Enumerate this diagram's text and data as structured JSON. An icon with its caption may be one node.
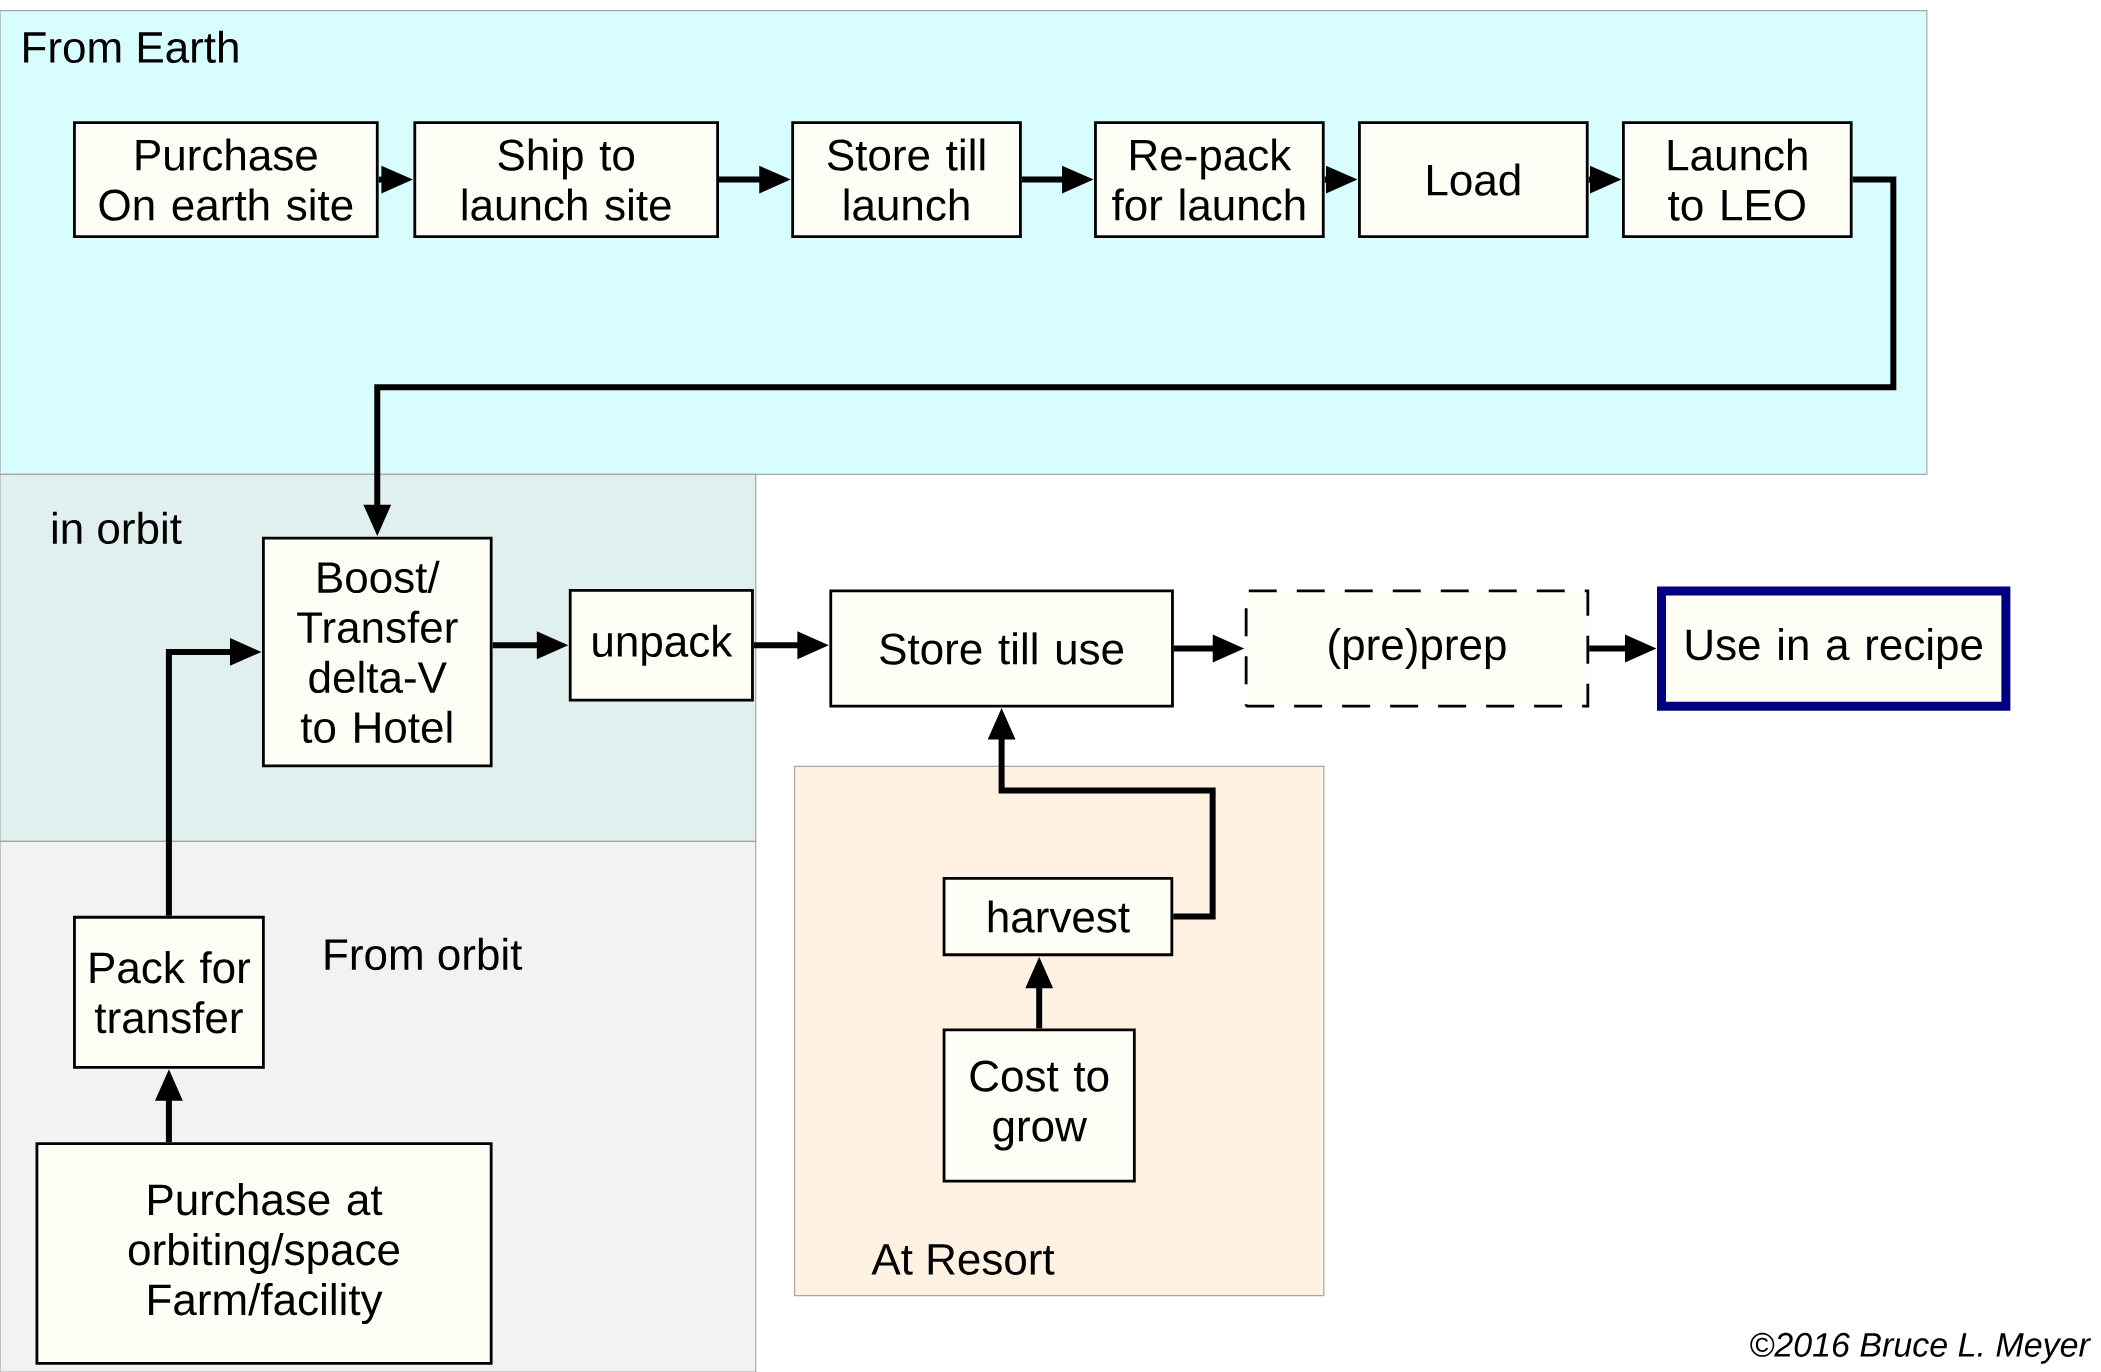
{
  "diagram": {
    "nodes": [
      {
        "text": [
          "From Earth"
        ]
      },
      {
        "text": [
          "Purchase On earth site"
        ],
        "in": 0
      },
      {
        "text": [
          "Ship to launch site"
        ],
        "in": 0
      },
      {
        "text": [
          "Store till launch"
        ],
        "in": 0
      },
      {
        "text": [
          "Re-pack for launch"
        ],
        "in": 0
      },
      {
        "text": [
          "Load"
        ],
        "in": 0
      },
      {
        "text": [
          "Launch to LEO"
        ],
        "in": 0
      },
      {
        "text": [
          "in orbit"
        ]
      },
      {
        "text": [
          "Boost/ Transfer delta-V to Hotel"
        ],
        "in": 7
      },
      {
        "text": [
          "unpack"
        ],
        "in": 7
      },
      {
        "text": [
          "From orbit"
        ]
      },
      {
        "text": [
          "Pack for transfer"
        ],
        "in": 10
      },
      {
        "text": [
          "Purchase at orbiting/space Farm/facility"
        ],
        "in": 10
      },
      {
        "text": [
          "Store till use"
        ]
      },
      {
        "text": [
          "(pre)prep"
        ]
      },
      {
        "text": [
          "Use in a recipe"
        ]
      },
      {
        "text": [
          "At Resort"
        ]
      },
      {
        "text": [
          "harvest"
        ],
        "in": 16
      },
      {
        "text": [
          "Cost to grow"
        ],
        "in": 16
      }
    ],
    "edges": [
      {
        "from": 1,
        "to": 2,
        "arrow": "to"
      },
      {
        "from": 2,
        "to": 3,
        "arrow": "to"
      },
      {
        "from": 3,
        "to": 4,
        "arrow": "to"
      },
      {
        "from": 4,
        "to": 5,
        "arrow": "to"
      },
      {
        "from": 5,
        "to": 6,
        "arrow": "to"
      },
      {
        "from": 6,
        "to": 8,
        "arrow": "to"
      },
      {
        "from": 8,
        "to": 9,
        "arrow": "to"
      },
      {
        "from": 9,
        "to": 13,
        "arrow": "to"
      },
      {
        "from": 13,
        "to": 14,
        "arrow": "to"
      },
      {
        "from": 14,
        "to": 15,
        "arrow": "to"
      },
      {
        "from": 12,
        "to": 11,
        "arrow": "to"
      },
      {
        "from": 11,
        "to": 8,
        "arrow": "to"
      },
      {
        "from": 18,
        "to": 17,
        "arrow": "to"
      },
      {
        "from": 17,
        "to": 13,
        "arrow": "to"
      }
    ],
    "labels": [
      "©2016 Bruce L. Meyer"
    ]
  }
}
